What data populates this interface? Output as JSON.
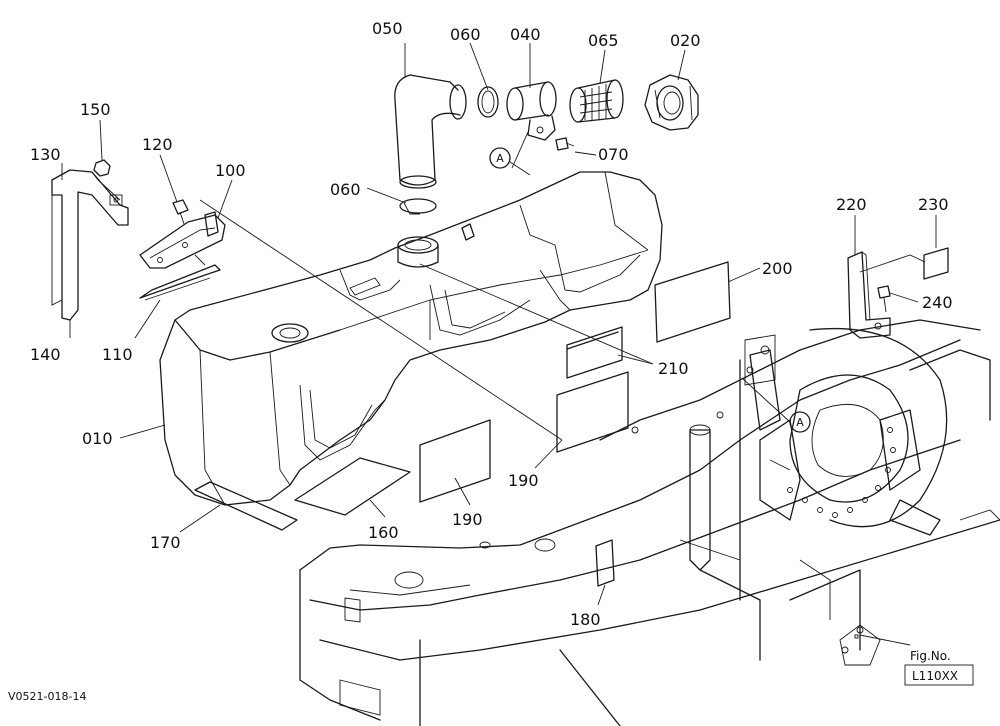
{
  "figure": {
    "code": "V0521-018-14",
    "fig_label": "Fig.No.",
    "fig_number": "L110XX"
  },
  "callouts": {
    "p050": "050",
    "p060a": "060",
    "p040": "040",
    "p065": "065",
    "p020": "020",
    "p070": "070",
    "p150": "150",
    "p120": "120",
    "p100": "100",
    "p130": "130",
    "p060b": "060",
    "p140": "140",
    "p110": "110",
    "p010": "010",
    "p200": "200",
    "p210": "210",
    "p190a": "190",
    "p190b": "190",
    "p160": "160",
    "p170": "170",
    "p180": "180",
    "p220": "220",
    "p230": "230",
    "p240": "240",
    "ref_a1": "A",
    "ref_a2": "A"
  }
}
